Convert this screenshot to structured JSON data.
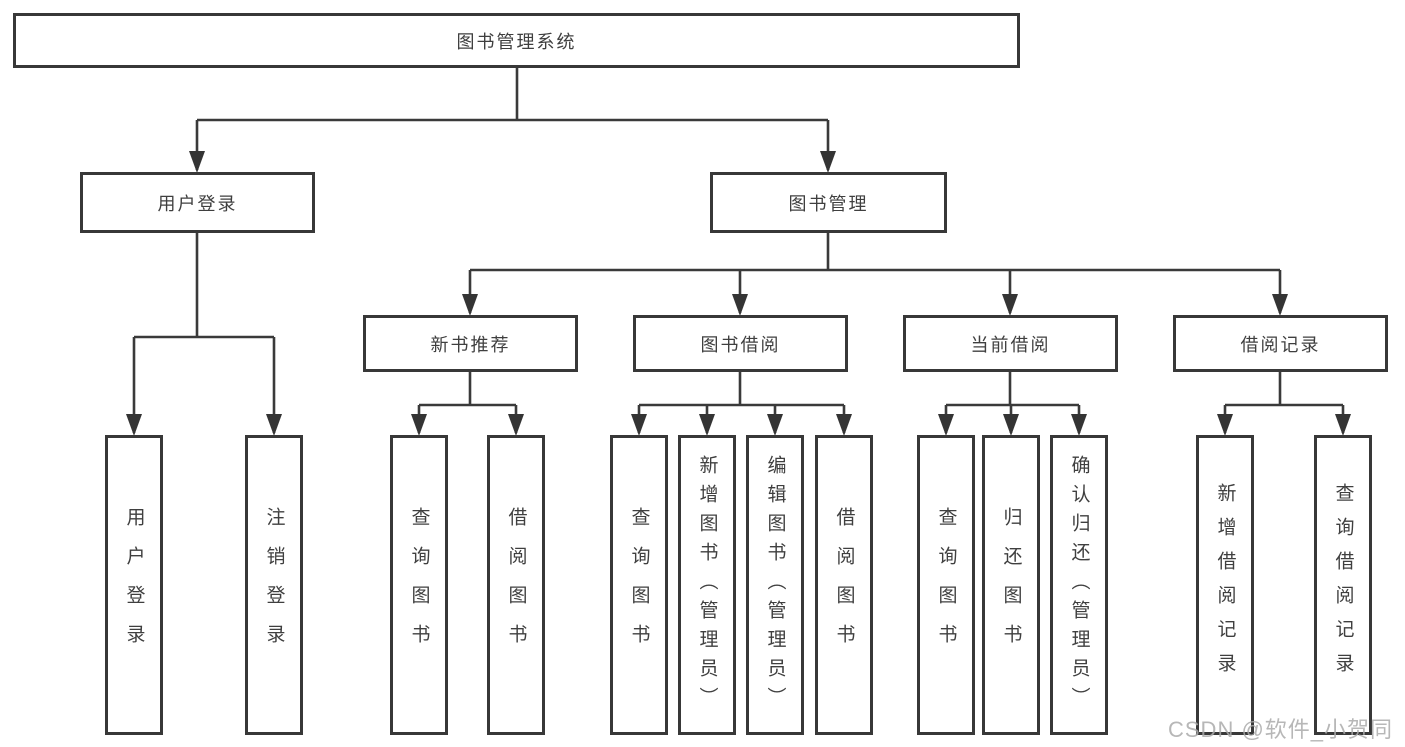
{
  "diagram": {
    "root": "图书管理系统",
    "level2": [
      "用户登录",
      "图书管理"
    ],
    "level3": [
      "新书推荐",
      "图书借阅",
      "当前借阅",
      "借阅记录"
    ],
    "leaves": [
      "用户登录",
      "注销登录",
      "查询图书",
      "借阅图书",
      "查询图书",
      "新增图书（管理员）",
      "编辑图书（管理员）",
      "借阅图书",
      "查询图书",
      "归还图书",
      "确认归还（管理员）",
      "新增借阅记录",
      "查询借阅记录"
    ],
    "watermark": "CSDN @软件_小贺同学",
    "colors": {
      "line": "#3a3a3a",
      "box_border": "#383838",
      "text": "#3f3f3f",
      "watermark_text": "#aaaaaa",
      "background": "#ffffff"
    }
  }
}
